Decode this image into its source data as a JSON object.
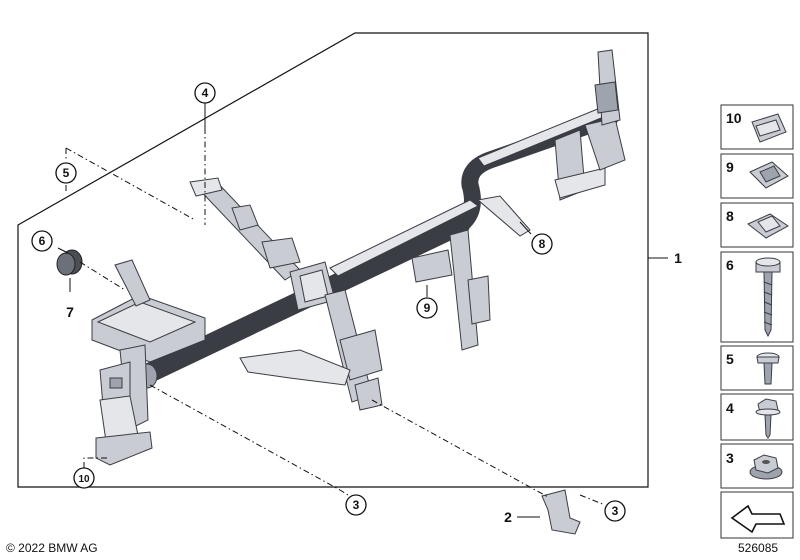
{
  "callouts": {
    "c1": "1",
    "c2": "2",
    "c3a": "3",
    "c3b": "3",
    "c4": "4",
    "c5": "5",
    "c6": "6",
    "c7": "7",
    "c8": "8",
    "c9": "9",
    "c10": "10"
  },
  "legend": [
    "10",
    "9",
    "8",
    "6",
    "5",
    "4",
    "3"
  ],
  "footer": {
    "copyright": "© 2022 BMW AG",
    "drawing_number": "526085"
  }
}
